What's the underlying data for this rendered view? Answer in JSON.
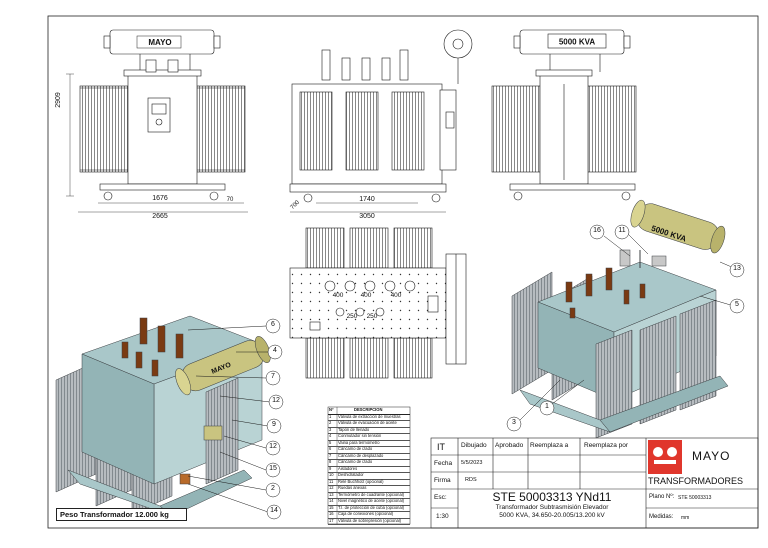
{
  "dimensions": {
    "height_side": "2909",
    "width_1": "1676",
    "width_2": "2665",
    "width_3": "70",
    "front_1": "1740",
    "front_2": "3050",
    "front_3": "700",
    "top_1": "400",
    "top_2": "400",
    "top_3": "400",
    "top_4": "250",
    "top_5": "250"
  },
  "nameplates": {
    "brand_small": "MAYO",
    "rating_right": "5000 KVA",
    "rating_tank": "5000 KVA",
    "brand_tank": "MAYO"
  },
  "callouts_right": [
    "16",
    "11",
    "13",
    "5",
    "3",
    "1"
  ],
  "callouts_left": [
    "6",
    "4",
    "7",
    "12",
    "9",
    "12",
    "15",
    "2",
    "14"
  ],
  "weight_label": "Peso Transformador 12.000 kg",
  "description": {
    "header_n": "Nº",
    "header_t": "DESCRIPCION",
    "items": [
      {
        "n": "1",
        "t": "Válvula de extracción de muestras"
      },
      {
        "n": "2",
        "t": "Válvula de evacuación de aceite"
      },
      {
        "n": "3",
        "t": "Tapón de llenado"
      },
      {
        "n": "4",
        "t": "Conmutador sin tensión"
      },
      {
        "n": "5",
        "t": "Vaina para termómetro"
      },
      {
        "n": "6",
        "t": "Cáncamo de izado"
      },
      {
        "n": "7",
        "t": "Cáncamo de desplazado"
      },
      {
        "n": "8",
        "t": "Cáncamo de izado"
      },
      {
        "n": "9",
        "t": "Aisladores"
      },
      {
        "n": "10",
        "t": "Deshidratador"
      },
      {
        "n": "11",
        "t": "Relé Buchholz (opcional)"
      },
      {
        "n": "12",
        "t": "Ruedas anexas"
      },
      {
        "n": "13",
        "t": "Termómetro de cuadrante (opcional)"
      },
      {
        "n": "14",
        "t": "Nivel magnético de aceite (opcional)"
      },
      {
        "n": "15",
        "t": "T.I. de protección de cuba (opcional)"
      },
      {
        "n": "16",
        "t": "Caja de conexiones (opcional)"
      },
      {
        "n": "17",
        "t": "Válvula de sobrepresión (opcional)"
      }
    ]
  },
  "title_block": {
    "it": "IT",
    "dibujado": "Dibujado",
    "aprobado": "Aprobado",
    "reemplaza_a": "Reemplaza a",
    "reemplaza_por": "Reemplaza por",
    "fecha_label": "Fecha",
    "fecha_value": "5/5/2023",
    "firma_label": "Firma",
    "firma_value": "RDS",
    "esc_label": "Esc:",
    "esc_value": "1:30",
    "drawing_title": "STE 50003313 YNd11",
    "drawing_sub1": "Transformador Subtrasmisión Elevador",
    "drawing_sub2": "5000 KVA, 34.650-20.005/13.200 kV",
    "company_brand": "MAYO",
    "company_line": "TRANSFORMADORES",
    "plano_label": "Plano Nº:",
    "plano_value": "STE 50003313",
    "medidas_label": "Medidas:",
    "medidas_value": "mm"
  },
  "colors": {
    "line": "#1a1a1a",
    "fin": "#8a8a8a",
    "tank_3d": "#a9c7c9",
    "conservator_3d": "#c9c480",
    "bushing_3d": "#7a3a12",
    "fin_3d": "#9da3a8",
    "logo_red": "#e0362c"
  }
}
